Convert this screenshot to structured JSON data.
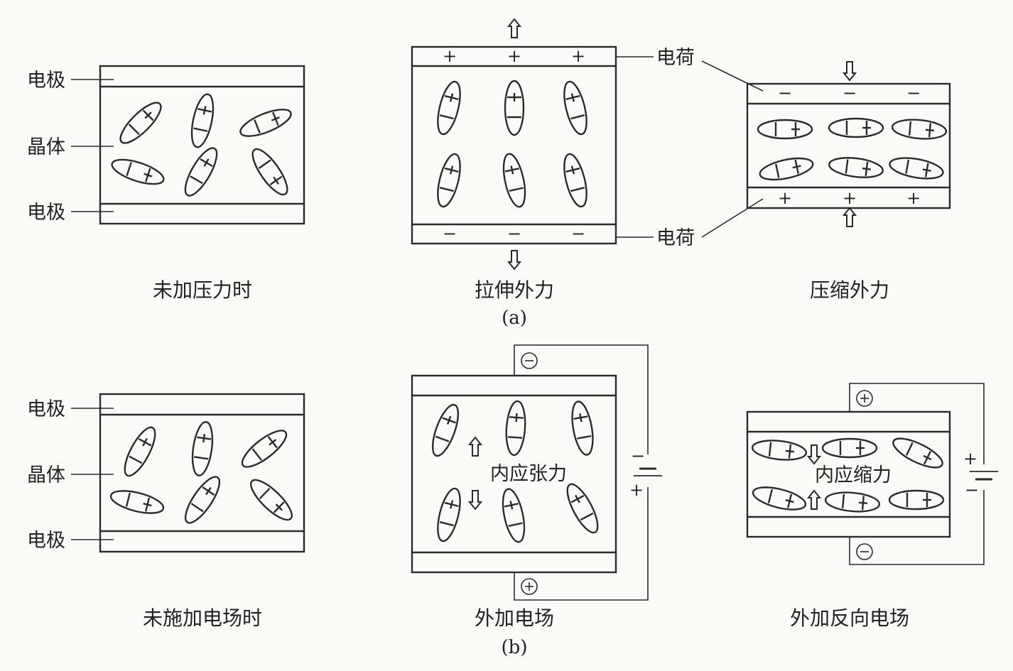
{
  "labels": {
    "electrode": "电极",
    "crystal": "晶体",
    "charge": "电荷",
    "plus": "+",
    "minus": "−",
    "internal_tension": "内应张力",
    "internal_compression": "内应缩力"
  },
  "row_a": {
    "captions": [
      "未加压力时",
      "拉伸外力",
      "压缩外力"
    ],
    "sub_caption": "(a)"
  },
  "row_b": {
    "captions": [
      "未施加电场时",
      "外加电场",
      "外加反向电场"
    ],
    "sub_caption": "(b)"
  }
}
